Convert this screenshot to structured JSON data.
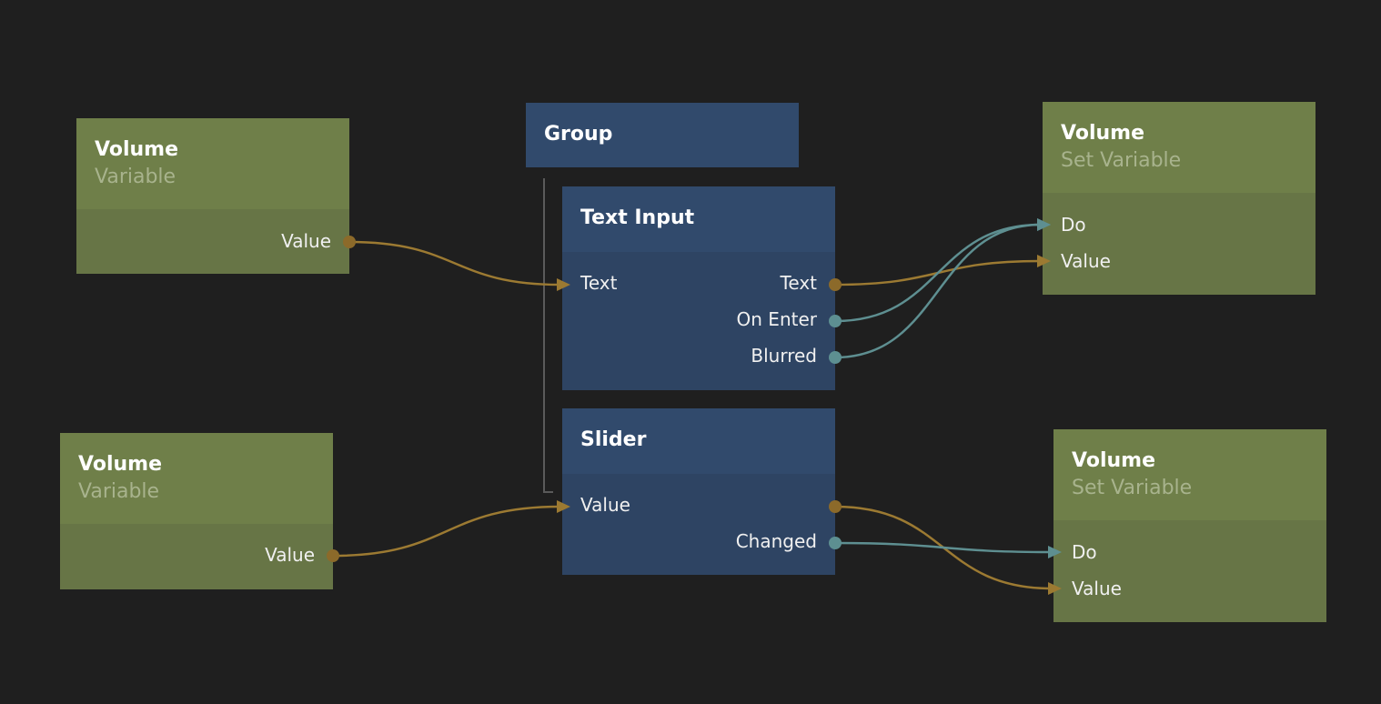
{
  "colors": {
    "background": "#1f1f1f",
    "variable_header": "#6f7f49",
    "variable_body": "#677546",
    "visual_header": "#314a6c",
    "visual_body": "#2e4463",
    "data_wire": "#9c7a32",
    "signal_wire": "#5e8f91",
    "data_port": "#8c6a2a",
    "signal_port": "#5d8f91"
  },
  "nodes": {
    "var1": {
      "title": "Volume",
      "subtitle": "Variable",
      "ports": {
        "value_out": "Value"
      }
    },
    "var2": {
      "title": "Volume",
      "subtitle": "Variable",
      "ports": {
        "value_out": "Value"
      }
    },
    "group": {
      "title": "Group"
    },
    "text_input": {
      "title": "Text Input",
      "ports": {
        "text_in": "Text",
        "text_out": "Text",
        "on_enter": "On Enter",
        "blurred": "Blurred"
      }
    },
    "slider": {
      "title": "Slider",
      "ports": {
        "value_in": "Value",
        "value_out": "",
        "changed": "Changed"
      }
    },
    "set1": {
      "title": "Volume",
      "subtitle": "Set Variable",
      "ports": {
        "do": "Do",
        "value_in": "Value"
      }
    },
    "set2": {
      "title": "Volume",
      "subtitle": "Set Variable",
      "ports": {
        "do": "Do",
        "value_in": "Value"
      }
    }
  },
  "connections": [
    {
      "from": "var1.value_out",
      "to": "text_input.text_in",
      "kind": "data"
    },
    {
      "from": "text_input.text_out",
      "to": "set1.value_in",
      "kind": "data"
    },
    {
      "from": "text_input.on_enter",
      "to": "set1.do",
      "kind": "signal"
    },
    {
      "from": "text_input.blurred",
      "to": "set1.do",
      "kind": "signal"
    },
    {
      "from": "var2.value_out",
      "to": "slider.value_in",
      "kind": "data"
    },
    {
      "from": "slider.value_out",
      "to": "set2.value_in",
      "kind": "data"
    },
    {
      "from": "slider.changed",
      "to": "set2.do",
      "kind": "signal"
    }
  ]
}
